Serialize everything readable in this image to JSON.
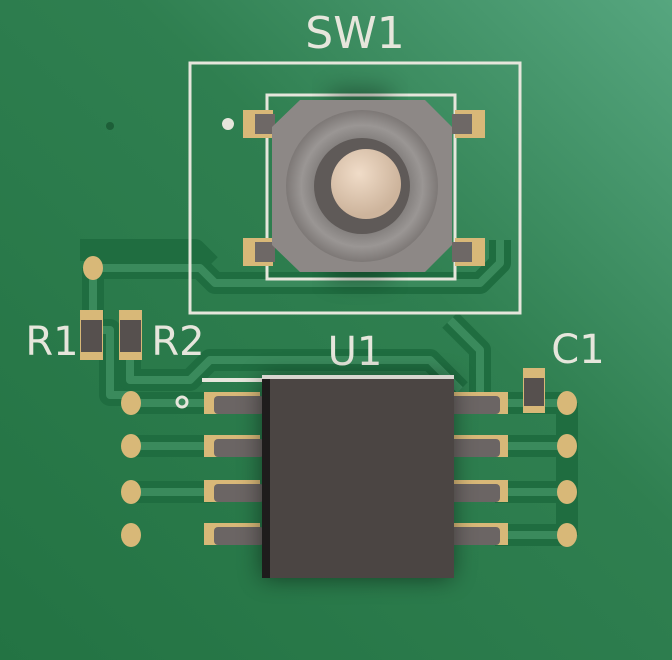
{
  "board": {
    "colors": {
      "base": "#2a7a4a",
      "highlight": "#54a47e",
      "trace": "#2f8050",
      "pad": "#d8b878",
      "silk": "#e6e6dc",
      "body": "#4a4442"
    }
  },
  "components": {
    "sw1": {
      "ref": "SW1"
    },
    "r1": {
      "ref": "R1"
    },
    "r2": {
      "ref": "R2"
    },
    "u1": {
      "ref": "U1"
    },
    "c1": {
      "ref": "C1"
    }
  }
}
